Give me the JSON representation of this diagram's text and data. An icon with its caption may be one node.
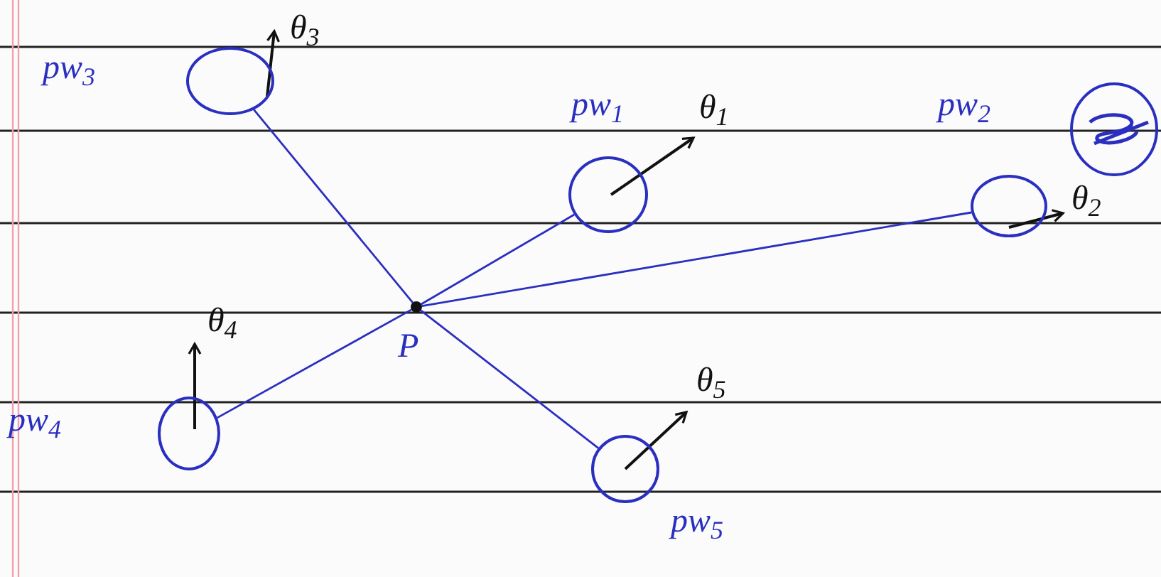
{
  "diagram": {
    "nodes": [
      {
        "text": [],
        "shape": "circle",
        "beside": [
          "pw$_{3}$",
          "θ$_{3}$"
        ]
      },
      {
        "text": [],
        "shape": "circle",
        "beside": [
          "pw$_{1}$",
          "θ$_{1}$"
        ]
      },
      {
        "text": [],
        "shape": "circle",
        "beside": [
          "pw$_{2}$",
          "θ$_{2}$"
        ]
      },
      {
        "text": [],
        "shape": "circle",
        "beside": [
          "P"
        ]
      },
      {
        "text": [],
        "shape": "circle",
        "beside": [
          "pw$_{4}$",
          "θ$_{4}$"
        ]
      },
      {
        "text": [],
        "shape": "circle",
        "beside": [
          "pw$_{5}$",
          "θ$_{5}$"
        ]
      }
    ],
    "edges": [
      {
        "from": 0,
        "to": 3,
        "arrow": "none"
      },
      {
        "from": 1,
        "to": 3,
        "arrow": "none"
      },
      {
        "from": 2,
        "to": 3,
        "arrow": "none"
      },
      {
        "from": 4,
        "to": 3,
        "arrow": "none"
      },
      {
        "from": 5,
        "to": 3,
        "arrow": "none"
      }
    ]
  }
}
